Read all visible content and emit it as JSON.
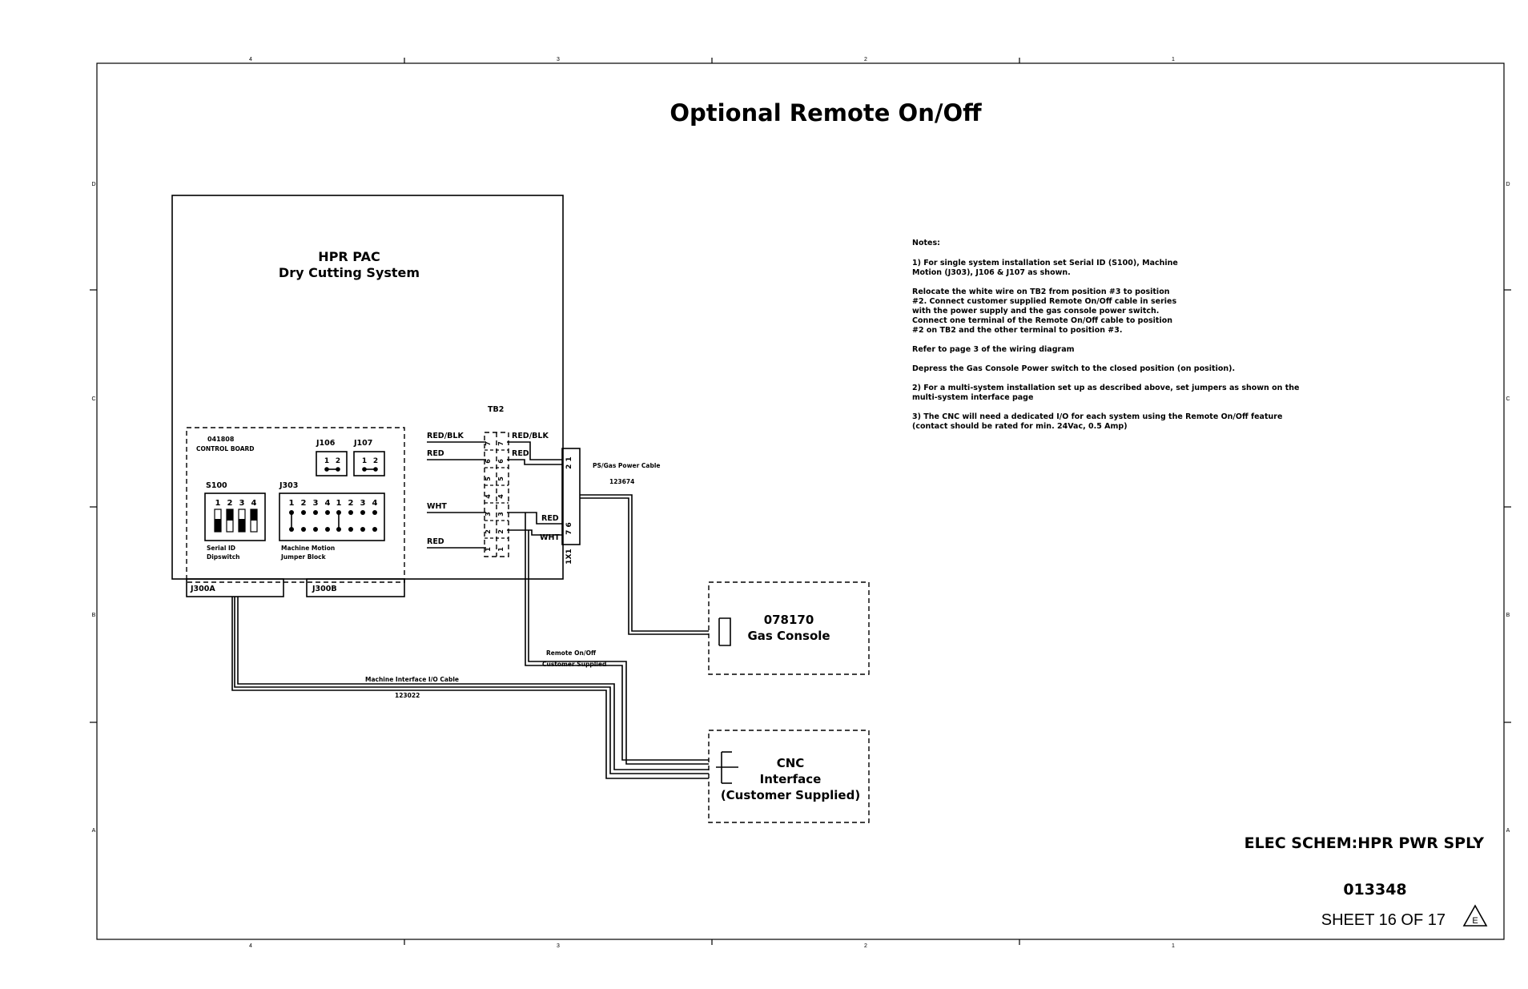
{
  "diagram": {
    "title": "Optional Remote On/Off",
    "system": {
      "line1": "HPR PAC",
      "line2": "Dry Cutting System"
    },
    "control_board": {
      "part_number": "041808",
      "label": "CONTROL BOARD",
      "j106": "J106",
      "j107": "J107",
      "jumper_pins": [
        "1",
        "2"
      ],
      "s100": "S100",
      "s100_pins": [
        "1",
        "2",
        "3",
        "4"
      ],
      "s100_caption": [
        "Serial ID",
        "Dipswitch"
      ],
      "j303": "J303",
      "j303_pins": [
        "1",
        "2",
        "3",
        "4",
        "1",
        "2",
        "3",
        "4"
      ],
      "j303_caption": [
        "Machine Motion",
        "Jumper Block"
      ],
      "j300a": "J300A",
      "j300b": "J300B"
    },
    "terminal_block": {
      "label": "TB2",
      "positions": [
        "7",
        "6",
        "5",
        "4",
        "3",
        "2",
        "1"
      ],
      "left_wires": [
        "RED/BLK",
        "RED",
        "WHT",
        "RED"
      ],
      "right_wires": [
        "RED/BLK",
        "RED",
        "RED",
        "WHT"
      ]
    },
    "connector_1x1": {
      "label": "1X1",
      "top_pins": "2 1",
      "bottom_pins": "7 6"
    },
    "cables": {
      "ps_gas": {
        "name": "PS/Gas Power Cable",
        "part": "123674"
      },
      "remote": {
        "line1": "Remote On/Off",
        "line2": "Customer Supplied"
      },
      "machine_io": {
        "name": "Machine Interface I/O Cable",
        "part": "123022"
      }
    },
    "gas_console": {
      "line1": "078170",
      "line2": "Gas Console"
    },
    "cnc": {
      "line1": "CNC",
      "line2": "Interface",
      "line3": "(Customer Supplied)"
    },
    "notes": {
      "heading": "Notes:",
      "lines": [
        "1)  For single system installation set Serial ID (S100), Machine",
        "     Motion (J303), J106 & J107 as shown.",
        "",
        "     Relocate the white wire on TB2 from position #3 to position",
        "     #2. Connect customer supplied Remote On/Off cable in series",
        "     with the power supply and the gas console power switch.",
        "     Connect one terminal of the Remote On/Off cable to position",
        "     #2 on TB2 and the other terminal to position #3.",
        "",
        "     Refer to page 3 of the wiring diagram",
        "",
        "     Depress the Gas Console Power switch to the closed position (on position).",
        "",
        "2) For a multi-system installation set up as described above, set jumpers as shown on the",
        "     multi-system interface page",
        "",
        "3) The CNC will need a dedicated I/O for each system using the Remote On/Off feature",
        "     (contact should be rated for min. 24Vac, 0.5 Amp)"
      ]
    }
  },
  "title_block": {
    "title": "ELEC SCHEM:HPR PWR SPLY",
    "number": "013348",
    "sheet": "SHEET 16 OF 17",
    "revision": "E"
  },
  "border": {
    "columns": [
      "4",
      "3",
      "2",
      "1"
    ],
    "rows": [
      "D",
      "C",
      "B",
      "A"
    ]
  }
}
